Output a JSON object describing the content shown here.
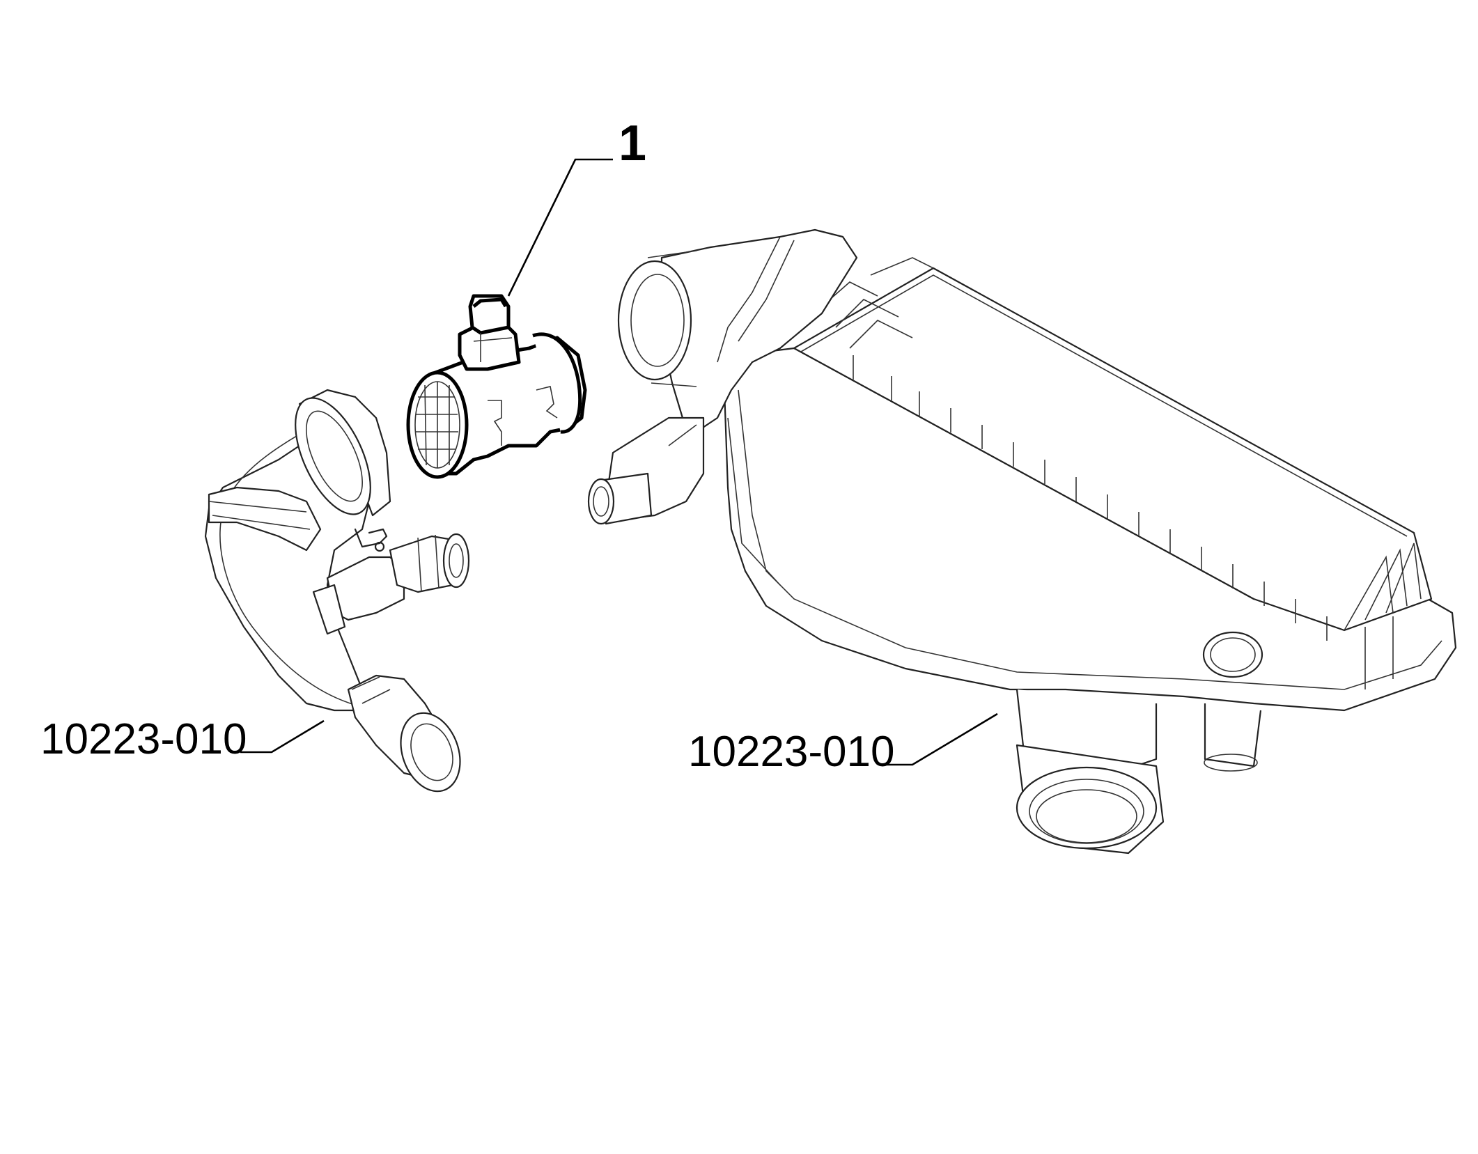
{
  "diagram": {
    "callouts": [
      {
        "id": "maf-sensor",
        "label": "1"
      },
      {
        "id": "intake-hose",
        "label": "10223-010"
      },
      {
        "id": "air-filter-box",
        "label": "10223-010"
      }
    ]
  },
  "colors": {
    "line": "#222222",
    "background": "#ffffff"
  }
}
